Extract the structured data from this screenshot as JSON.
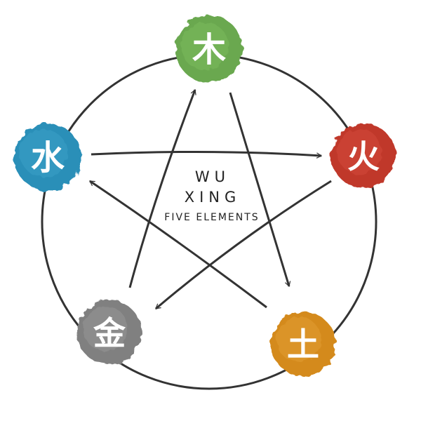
{
  "title": {
    "line1": "WU",
    "line2": "XING",
    "subtitle": "FIVE ELEMENTS"
  },
  "elements": [
    {
      "id": "wood",
      "glyph": "木",
      "color": "#6aa84f"
    },
    {
      "id": "fire",
      "glyph": "火",
      "color": "#c0392b"
    },
    {
      "id": "earth",
      "glyph": "土",
      "color": "#d48a1c"
    },
    {
      "id": "metal",
      "glyph": "金",
      "color": "#808080"
    },
    {
      "id": "water",
      "glyph": "水",
      "color": "#2a8fb8"
    }
  ],
  "colors": {
    "ring": "#333333",
    "arrow": "#333333"
  }
}
